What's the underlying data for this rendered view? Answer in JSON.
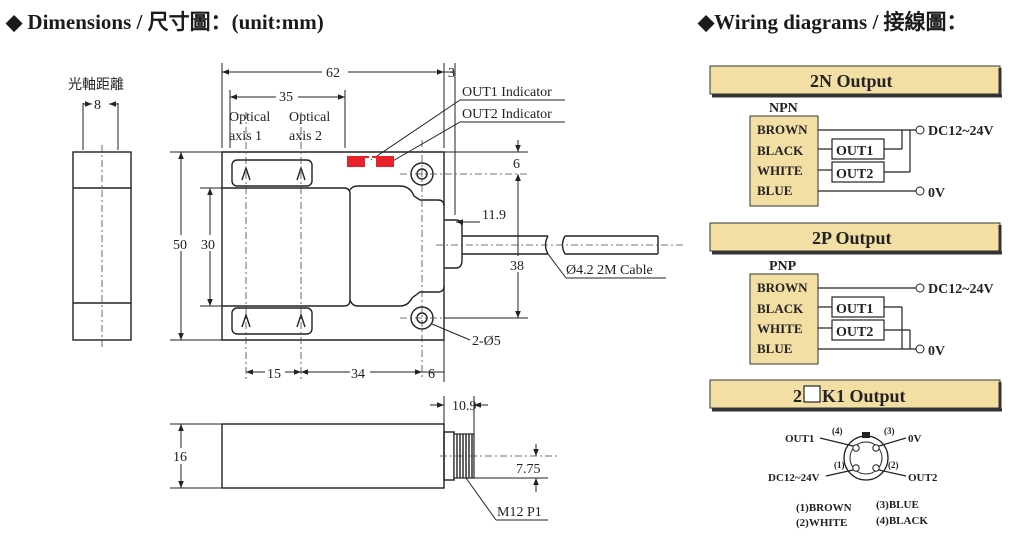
{
  "headers": {
    "dimensions": "◆ Dimensions / 尺寸圖：(unit:mm)",
    "wiring": "◆Wiring diagrams / 接線圖："
  },
  "dims": {
    "side_label": "光軸距離",
    "d_8": "8",
    "d_62": "62",
    "d_3": "3",
    "d_35": "35",
    "optical_1": [
      "Optical",
      "axis 1"
    ],
    "optical_2": [
      "Optical",
      "axis 2"
    ],
    "out1_indicator": "OUT1 Indicator",
    "out2_indicator": "OUT2 Indicator",
    "d_6_top": "6",
    "d_11_9": "11.9",
    "d_50": "50",
    "d_30": "30",
    "d_38": "38",
    "cable": "Ø4.2 2M Cable",
    "hole": "2-Ø5",
    "d_15": "15",
    "d_34": "34",
    "d_6_bot": "6",
    "d_10_9": "10.9",
    "d_16": "16",
    "d_7_75": "7.75",
    "thread": "M12 P1"
  },
  "wiring": {
    "npn_title": "2N Output",
    "npn_label": "NPN",
    "pnp_title": "2P Output",
    "pnp_label": "PNP",
    "wires": [
      "BROWN",
      "BLACK",
      "WHITE",
      "BLUE"
    ],
    "out1": "OUT1",
    "out2": "OUT2",
    "supply": "DC12~24V",
    "zero": "0V",
    "k1_title_a": "2",
    "k1_title_b": "K1 Output",
    "pin_out1": "OUT1",
    "pin_0v": "0V",
    "pin_dc": "DC12~24V",
    "pin_out2": "OUT2",
    "pin4": "(4)",
    "pin3": "(3)",
    "pin1": "(1)",
    "pin2": "(2)",
    "legend_1": "(1)BROWN",
    "legend_2": "(2)WHITE",
    "legend_3": "(3)BLUE",
    "legend_4": "(4)BLACK"
  },
  "colors": {
    "banner_fill": "#f3dfa3",
    "indicator_red": "#e8212a",
    "line": "#222222"
  }
}
